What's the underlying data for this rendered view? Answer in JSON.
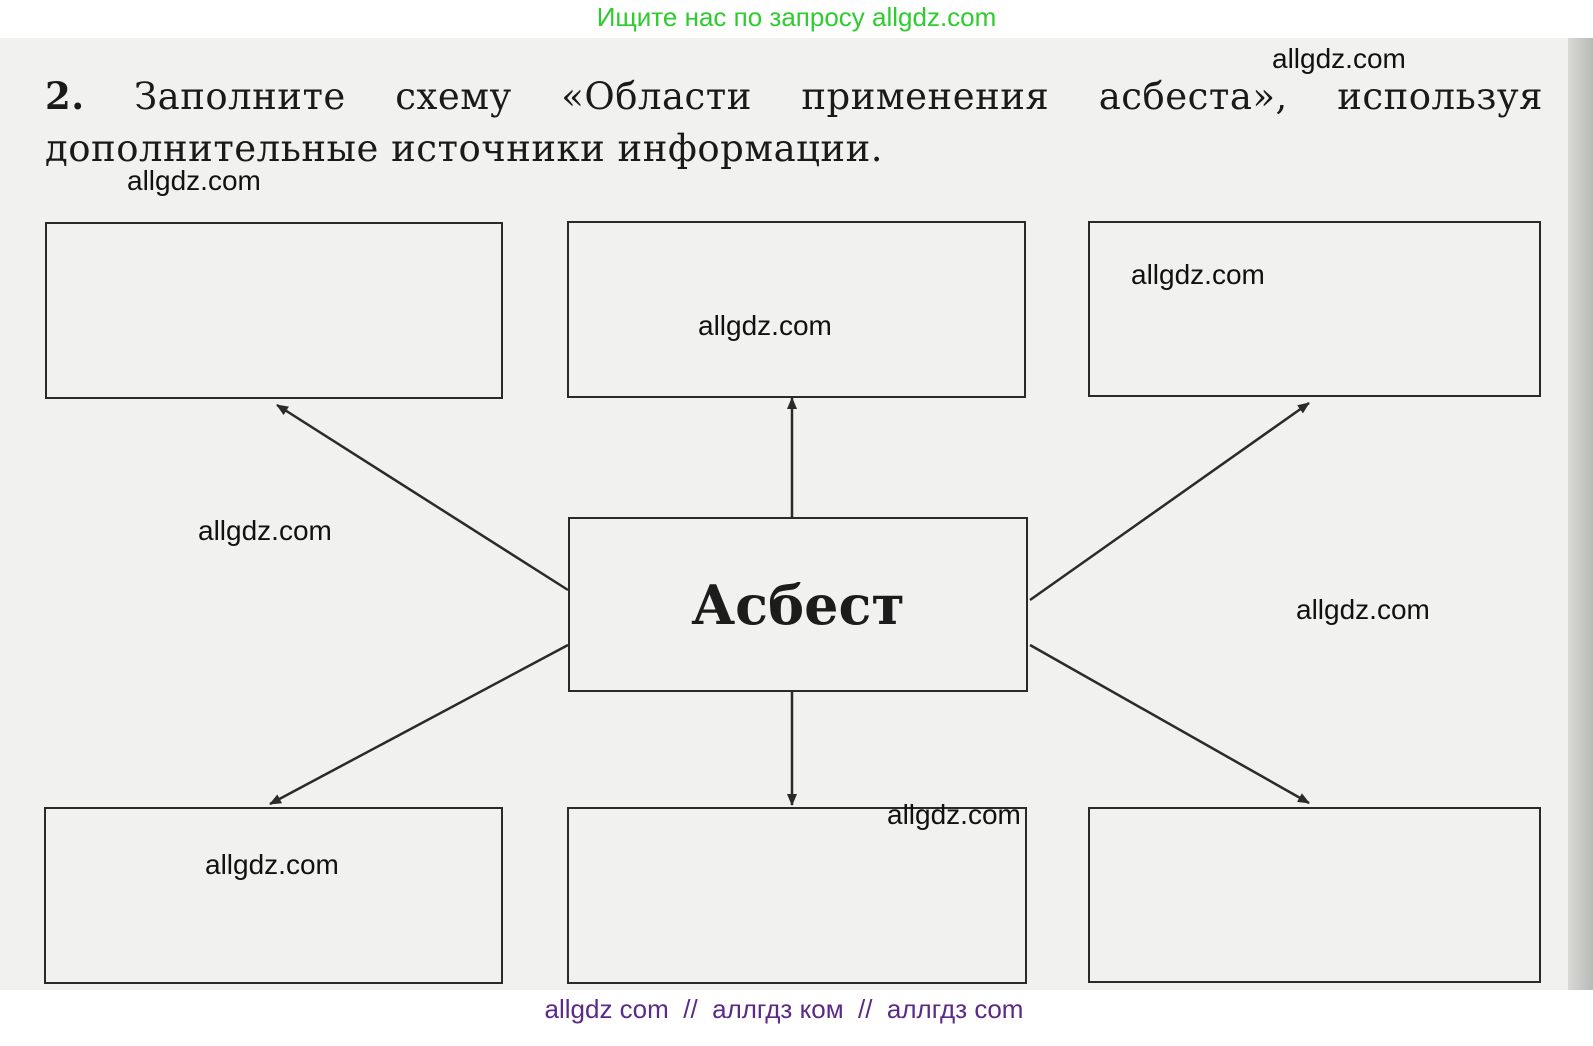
{
  "banner_top": "Ищите нас по запросу allgdz.com",
  "banner_bottom": "allgdz com  //  аллгдз ком  //  аллгдз com",
  "task": {
    "number": "2.",
    "line1_rest": "Заполните схему «Области применения асбеста», используя",
    "line2": "дополнительные источники информации."
  },
  "diagram": {
    "center": "Асбест",
    "boxes": [
      "",
      "",
      "",
      "",
      "",
      ""
    ]
  },
  "watermarks": [
    "allgdz.com",
    "allgdz.com",
    "allgdz.com",
    "allgdz.com",
    "allgdz.com",
    "allgdz.com",
    "allgdz.com",
    "allgdz.com"
  ],
  "colors": {
    "banner_top": "#2ecc2e",
    "banner_bottom": "#5b2a86",
    "line": "#2a2a2a"
  }
}
